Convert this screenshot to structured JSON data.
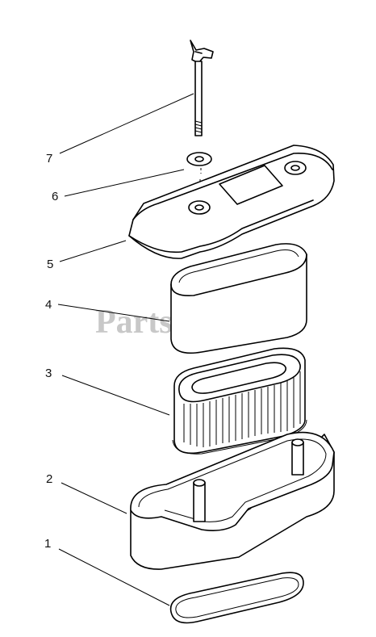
{
  "watermark": {
    "text": "PartsTree",
    "trademark": "™"
  },
  "callouts": [
    {
      "id": "1",
      "label": "1"
    },
    {
      "id": "2",
      "label": "2"
    },
    {
      "id": "3",
      "label": "3"
    },
    {
      "id": "4",
      "label": "4"
    },
    {
      "id": "5",
      "label": "5"
    },
    {
      "id": "6",
      "label": "6"
    },
    {
      "id": "7",
      "label": "7"
    }
  ]
}
